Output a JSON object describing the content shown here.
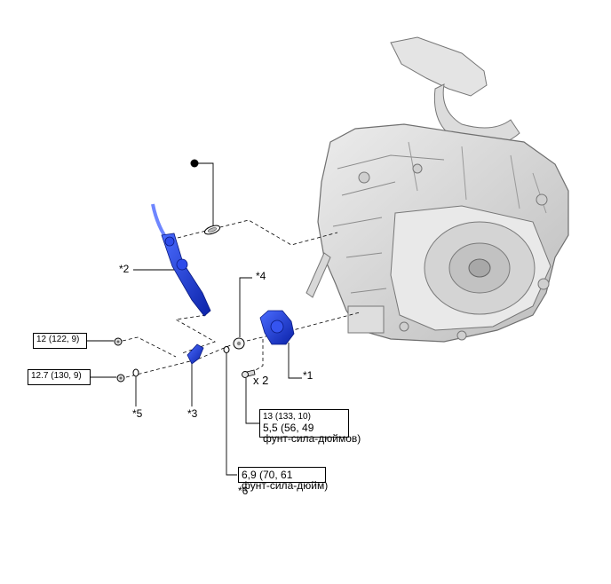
{
  "callouts": {
    "c1": "*1",
    "c2": "*2",
    "c3": "*3",
    "c4": "*4",
    "c5": "*5",
    "c6": "*6",
    "x2": "x 2"
  },
  "torque": {
    "t1": "12 (122, 9)",
    "t2": "12.7 (130, 9)",
    "t3_line1": "13 (133, 10)",
    "t3_line2": "5,5 (56, 49",
    "t3_line3": "фунт-сила-дюймов)",
    "t4_line1": "6,9 (70, 61",
    "t4_line2": "фунт-сила-дюйм)"
  },
  "colors": {
    "part_blue": "#1d3fd6",
    "line": "#000000",
    "transmission": "#d9d9d9"
  }
}
